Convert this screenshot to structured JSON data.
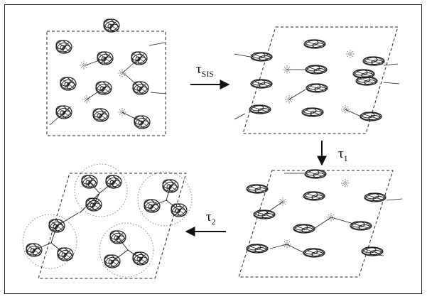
{
  "figure": {
    "transitions": [
      {
        "id": "sis",
        "symbol": "τ",
        "subscript": "SIS"
      },
      {
        "id": "t1",
        "symbol": "τ",
        "subscript": "1"
      },
      {
        "id": "t2",
        "symbol": "τ",
        "subscript": "2"
      }
    ],
    "colors": {
      "ink": "#1a1a1a",
      "dashed_cell": "#222222",
      "dotted_circle": "#777777",
      "arrow": "#111111"
    },
    "icons": [
      "cluster-blob-icon",
      "arrow-right-icon",
      "arrow-down-icon",
      "arrow-left-icon"
    ]
  }
}
